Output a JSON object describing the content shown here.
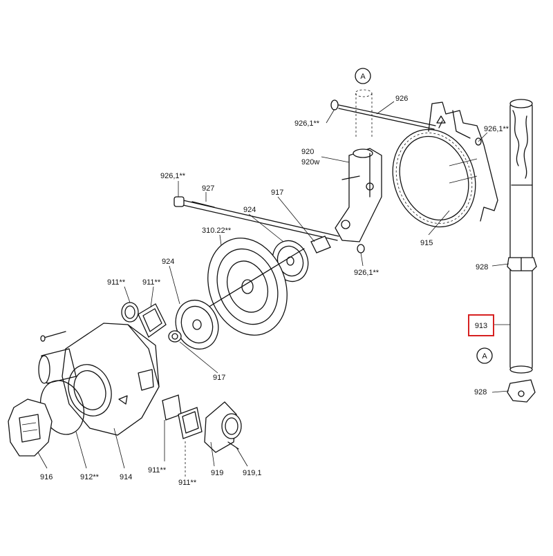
{
  "labels": {
    "A_top": "A",
    "A_bottom": "A",
    "p926": "926",
    "p926_1_a": "926,1**",
    "p926_1_b": "926,1**",
    "p926_1_c": "926,1**",
    "p926_1_d": "926,1**",
    "p920": "920",
    "p920w": "920w",
    "p927": "927",
    "p917_a": "917",
    "p917_b": "917",
    "p924_a": "924",
    "p924_b": "924",
    "p310": "310.22**",
    "p915": "915",
    "p928_a": "928",
    "p928_b": "928",
    "p913": "913",
    "p911_a": "911**",
    "p911_b": "911**",
    "p911_c": "911**",
    "p911_d": "911**",
    "p916": "916",
    "p912": "912**",
    "p914": "914",
    "p919": "919",
    "p919_1": "919,1"
  },
  "highlight": {
    "label": "913",
    "color": "#d62020"
  }
}
